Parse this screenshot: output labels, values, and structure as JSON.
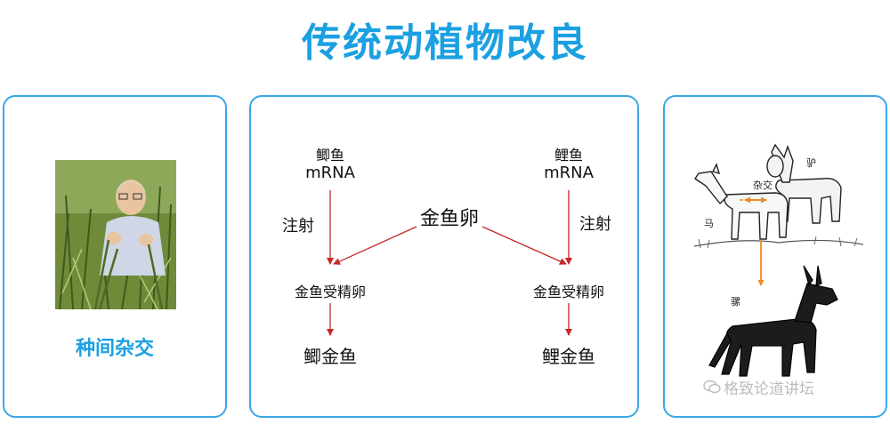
{
  "page": {
    "title": "传统动植物改良"
  },
  "left": {
    "caption": "种间杂交"
  },
  "middle": {
    "left_source_line1": "鲫鱼",
    "left_source_line2": "mRNA",
    "right_source_line1": "鲤鱼",
    "right_source_line2": "mRNA",
    "center_label": "金鱼卵",
    "left_inject": "注射",
    "right_inject": "注射",
    "left_fertilized": "金鱼受精卵",
    "right_fertilized": "金鱼受精卵",
    "left_result": "鲫金鱼",
    "right_result": "鲤金鱼"
  },
  "right": {
    "label_donkey": "驴",
    "label_horse": "马",
    "label_cross": "杂交",
    "label_mule": "骡"
  },
  "watermark": {
    "text": "格致论道讲坛",
    "icon": "wechat-icon"
  },
  "colors": {
    "accent": "#1ba0e2",
    "border": "#3aa7e6",
    "arrow": "#c62828",
    "orange": "#f08a24"
  }
}
